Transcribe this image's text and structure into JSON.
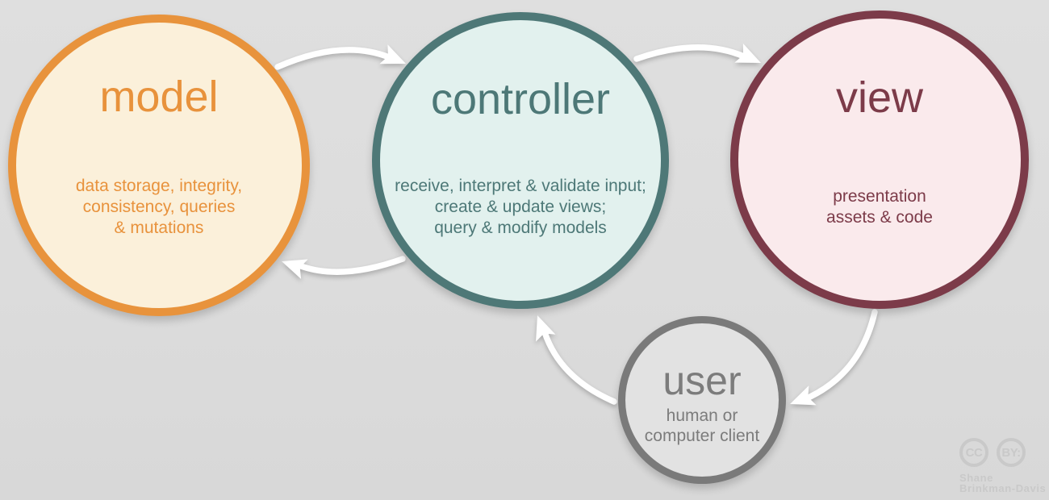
{
  "nodes": {
    "model": {
      "label": "model",
      "description_lines": [
        "data storage, integrity,",
        "consistency, queries",
        "& mutations"
      ],
      "border_color": "#e8933c",
      "fill_color": "#fbf0da",
      "text_color": "#e8923c"
    },
    "controller": {
      "label": "controller",
      "description_lines": [
        "receive, interpret & validate input;",
        "create & update views;",
        "query & modify models"
      ],
      "border_color": "#4e7877",
      "fill_color": "#e2f1ee",
      "text_color": "#4d7877"
    },
    "view": {
      "label": "view",
      "description_lines": [
        "presentation",
        "assets & code"
      ],
      "border_color": "#7c3b49",
      "fill_color": "#faeaec",
      "text_color": "#7c3b49"
    },
    "user": {
      "label": "user",
      "description_lines": [
        "human or",
        "computer client"
      ],
      "border_color": "#7a7a7a",
      "fill_color": "#e2e2e2",
      "text_color": "#7c7c7c"
    }
  },
  "connections": [
    {
      "from": "model",
      "to": "controller"
    },
    {
      "from": "controller",
      "to": "view"
    },
    {
      "from": "controller",
      "to": "model"
    },
    {
      "from": "view",
      "to": "user"
    },
    {
      "from": "user",
      "to": "controller"
    }
  ],
  "arrow_color": "#ffffff",
  "background_color": "#dcdcdc",
  "attribution": {
    "badge1": "CC",
    "badge2": "BY:",
    "name_line1": "Shane",
    "name_line2": "Brinkman-Davis",
    "color": "#c9c9c9"
  }
}
